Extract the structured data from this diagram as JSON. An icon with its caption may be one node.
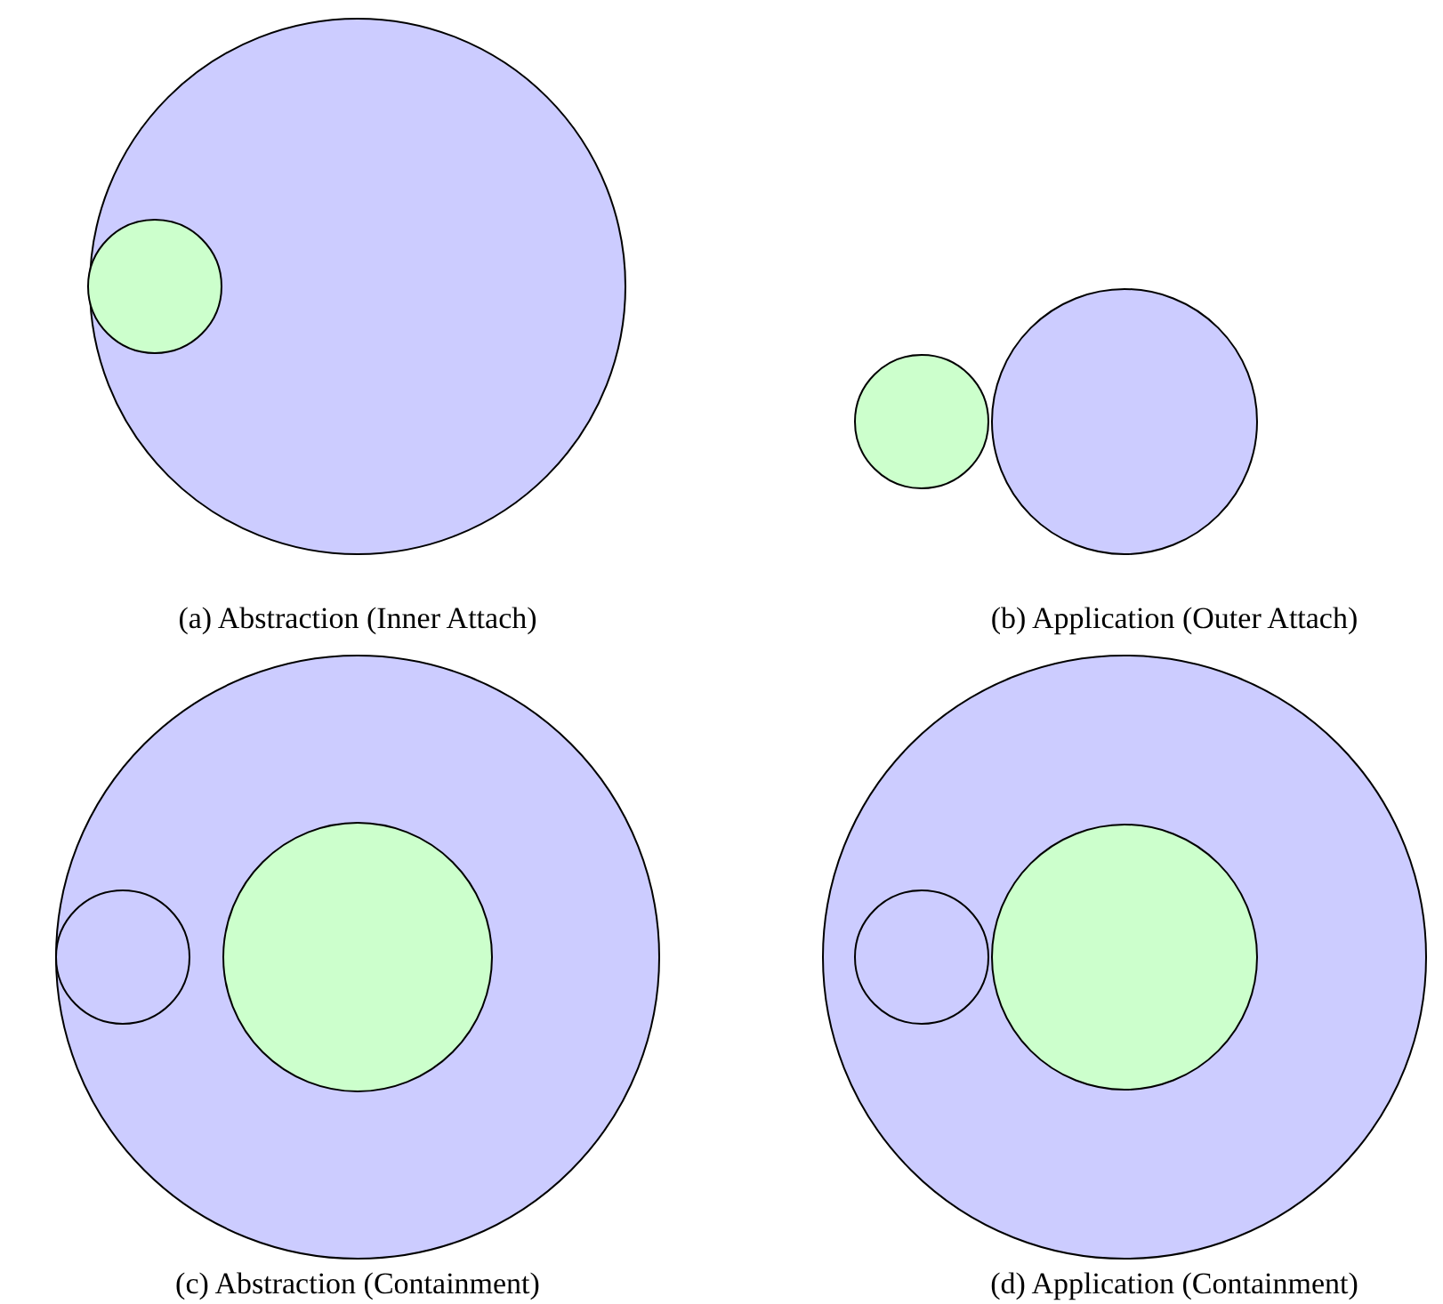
{
  "diagram": {
    "nodes": [
      {
        "text": [],
        "shape": "circle"
      },
      {
        "text": [],
        "shape": "circle",
        "in": 0
      },
      {
        "text": [],
        "shape": "circle"
      },
      {
        "text": [],
        "shape": "circle"
      },
      {
        "text": [],
        "shape": "circle"
      },
      {
        "text": [],
        "shape": "circle",
        "in": 4
      },
      {
        "text": [],
        "shape": "circle",
        "in": 4
      },
      {
        "text": [],
        "shape": "circle"
      },
      {
        "text": [],
        "shape": "circle",
        "in": 7
      },
      {
        "text": [],
        "shape": "circle",
        "in": 7
      }
    ],
    "labels": [
      "(a) Abstraction (Inner Attach)",
      "(b) Application (Outer Attach)",
      "(c) Abstraction (Containment)",
      "(d) Application (Containment)"
    ]
  }
}
